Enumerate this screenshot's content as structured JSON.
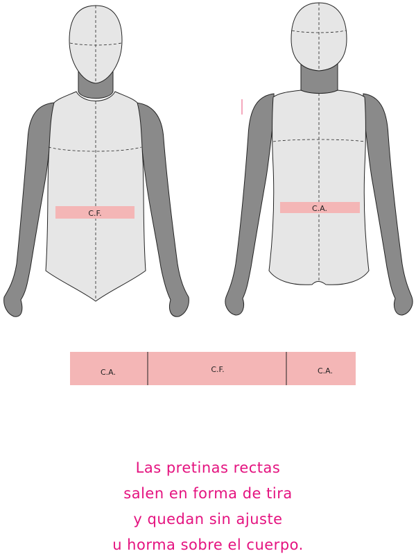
{
  "front_figure": {
    "belt_label": "C.F."
  },
  "back_figure": {
    "belt_label": "C.A."
  },
  "waistband_strip": {
    "left_label": "C.A.",
    "center_label": "C.F.",
    "right_label": "C.A."
  },
  "caption": {
    "lines": [
      "Las pretinas rectas",
      "salen en forma de tira",
      "y quedan sin ajuste",
      "u horma sobre el cuerpo."
    ]
  },
  "colors": {
    "body_fill": "#e6e6e6",
    "limb_fill": "#8a8a8a",
    "waistband_fill": "#f4b6b6",
    "caption_color": "#e4127f",
    "outline": "#222222"
  }
}
